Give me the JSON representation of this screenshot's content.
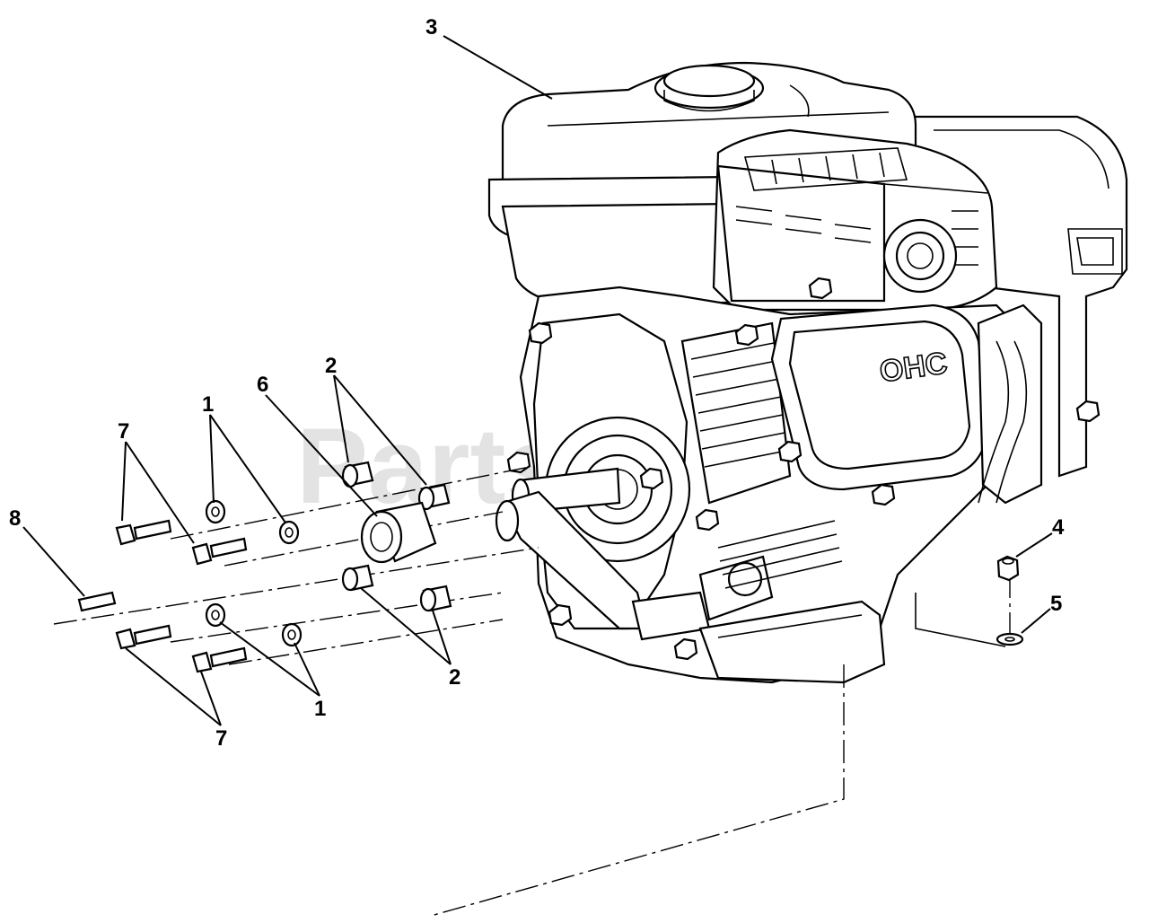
{
  "watermark": "PartsTree",
  "engine_text": "OHC",
  "callouts": [
    {
      "id": "c3",
      "label": "3"
    },
    {
      "id": "c2a",
      "label": "2"
    },
    {
      "id": "c6",
      "label": "6"
    },
    {
      "id": "c1a",
      "label": "1"
    },
    {
      "id": "c7a",
      "label": "7"
    },
    {
      "id": "c8",
      "label": "8"
    },
    {
      "id": "c4",
      "label": "4"
    },
    {
      "id": "c5",
      "label": "5"
    },
    {
      "id": "c2b",
      "label": "2"
    },
    {
      "id": "c1b",
      "label": "1"
    },
    {
      "id": "c7b",
      "label": "7"
    }
  ]
}
